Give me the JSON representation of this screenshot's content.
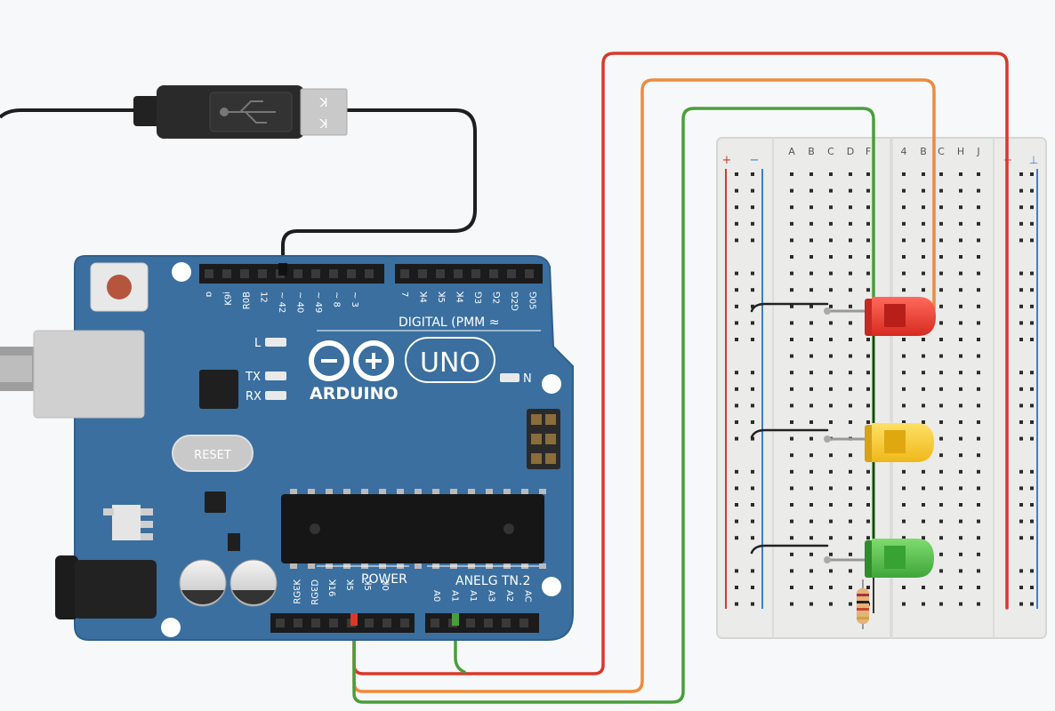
{
  "usb": {
    "plug_mark_top": "ꓘ",
    "plug_mark_bottom": "ꓘ"
  },
  "arduino": {
    "brand": "ARDUINO",
    "model": "UNO",
    "reset_label": "RESET",
    "digital_label": "DIGITAL (PMM ≈",
    "power_label": "POWER",
    "analog_label": "ANELG TN.2",
    "led_l": "L",
    "led_tx": "TX",
    "led_rx": "RX",
    "led_on": "N",
    "pin_labels_left": [
      "ɑ",
      "ᴉ6ꓘ",
      "ꓭ0ꓤ",
      "12",
      "~ 42",
      "~ 40",
      "~ 49",
      "~ 8",
      "~ 3"
    ],
    "pin_labels_right": [
      "7",
      "ꓘ4",
      "ꓘ5",
      "ꓘ4",
      "ꓨ3",
      "ꓨ2",
      "ꓨ2ꓨ",
      "ꓨ05"
    ],
    "power_pins": [
      "ꓘ3ꓨꓤ",
      "ꓷ3ꓨꓤ",
      "ꓘ16",
      "ꓘ5",
      "ꓘ5",
      "ꓘ0"
    ],
    "analog_pins": [
      "A0",
      "A1",
      "A1",
      "A3",
      "A2",
      "AC"
    ]
  },
  "breadboard": {
    "plus_label": "+",
    "minus_label": "−",
    "right_plus": "+",
    "right_minus": "⊥",
    "columns_left": [
      "A",
      "B",
      "C",
      "D",
      "F"
    ],
    "columns_right": [
      "4",
      "B",
      "C",
      "H",
      "J"
    ]
  },
  "leds": [
    {
      "name": "red",
      "color": "#e8342b"
    },
    {
      "name": "yellow",
      "color": "#f5c423"
    },
    {
      "name": "green",
      "color": "#4cb648"
    }
  ],
  "colors": {
    "board": "#3a6fa0",
    "wire_red": "#d9382b",
    "wire_orange": "#ef8a3a",
    "wire_green": "#4a9e3a",
    "cable": "#1e1e1e"
  }
}
